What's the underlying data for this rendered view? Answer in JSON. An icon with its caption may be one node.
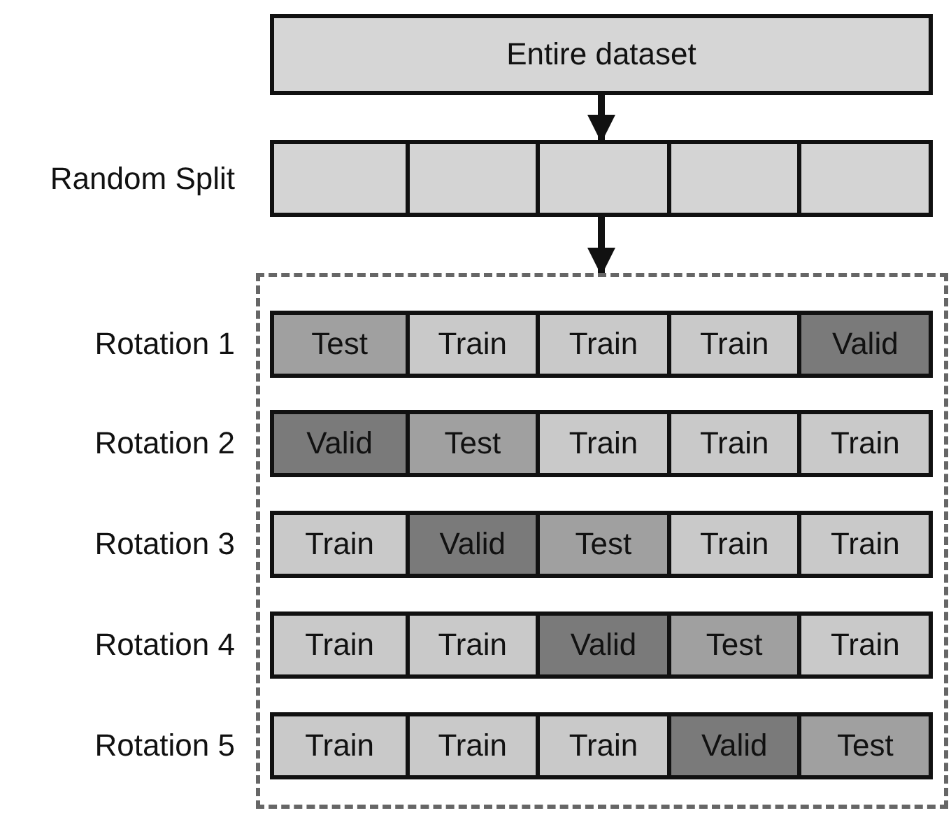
{
  "diagram": {
    "nodes": [
      {
        "text": [
          "Entire dataset"
        ]
      },
      {
        "text": [],
        "shape": "bar",
        "beside": [
          "Random Split"
        ]
      },
      {
        "text": [],
        "shape": "box",
        "in": 1
      },
      {
        "text": [],
        "shape": "box",
        "in": 1
      },
      {
        "text": [],
        "shape": "box",
        "in": 1
      },
      {
        "text": [],
        "shape": "box",
        "in": 1
      },
      {
        "text": [],
        "shape": "box",
        "in": 1
      },
      {
        "text": [],
        "shape": "box"
      },
      {
        "text": [],
        "shape": "bar",
        "in": 7,
        "beside": [
          "Rotation 1"
        ]
      },
      {
        "text": [
          "Test"
        ],
        "in": 8
      },
      {
        "text": [
          "Train"
        ],
        "in": 8
      },
      {
        "text": [
          "Train"
        ],
        "in": 8
      },
      {
        "text": [
          "Train"
        ],
        "in": 8
      },
      {
        "text": [
          "Valid"
        ],
        "in": 8
      },
      {
        "text": [],
        "shape": "bar",
        "in": 7,
        "beside": [
          "Rotation 2"
        ]
      },
      {
        "text": [
          "Valid"
        ],
        "in": 14
      },
      {
        "text": [
          "Test"
        ],
        "in": 14
      },
      {
        "text": [
          "Train"
        ],
        "in": 14
      },
      {
        "text": [
          "Train"
        ],
        "in": 14
      },
      {
        "text": [
          "Train"
        ],
        "in": 14
      },
      {
        "text": [],
        "shape": "bar",
        "in": 7,
        "beside": [
          "Rotation 3"
        ]
      },
      {
        "text": [
          "Train"
        ],
        "in": 20
      },
      {
        "text": [
          "Valid"
        ],
        "in": 20
      },
      {
        "text": [
          "Test"
        ],
        "in": 20
      },
      {
        "text": [
          "Train"
        ],
        "in": 20
      },
      {
        "text": [
          "Train"
        ],
        "in": 20
      },
      {
        "text": [],
        "shape": "bar",
        "in": 7,
        "beside": [
          "Rotation 4"
        ]
      },
      {
        "text": [
          "Train"
        ],
        "in": 26
      },
      {
        "text": [
          "Train"
        ],
        "in": 26
      },
      {
        "text": [
          "Valid"
        ],
        "in": 26
      },
      {
        "text": [
          "Test"
        ],
        "in": 26
      },
      {
        "text": [
          "Train"
        ],
        "in": 26
      },
      {
        "text": [],
        "shape": "bar",
        "in": 7,
        "beside": [
          "Rotation 5"
        ]
      },
      {
        "text": [
          "Train"
        ],
        "in": 32
      },
      {
        "text": [
          "Train"
        ],
        "in": 32
      },
      {
        "text": [
          "Train"
        ],
        "in": 32
      },
      {
        "text": [
          "Valid"
        ],
        "in": 32
      },
      {
        "text": [
          "Test"
        ],
        "in": 32
      }
    ],
    "edges": [
      {
        "from": 0,
        "to": 1,
        "arrow": "to"
      },
      {
        "from": 1,
        "to": 7,
        "arrow": "to"
      }
    ]
  }
}
